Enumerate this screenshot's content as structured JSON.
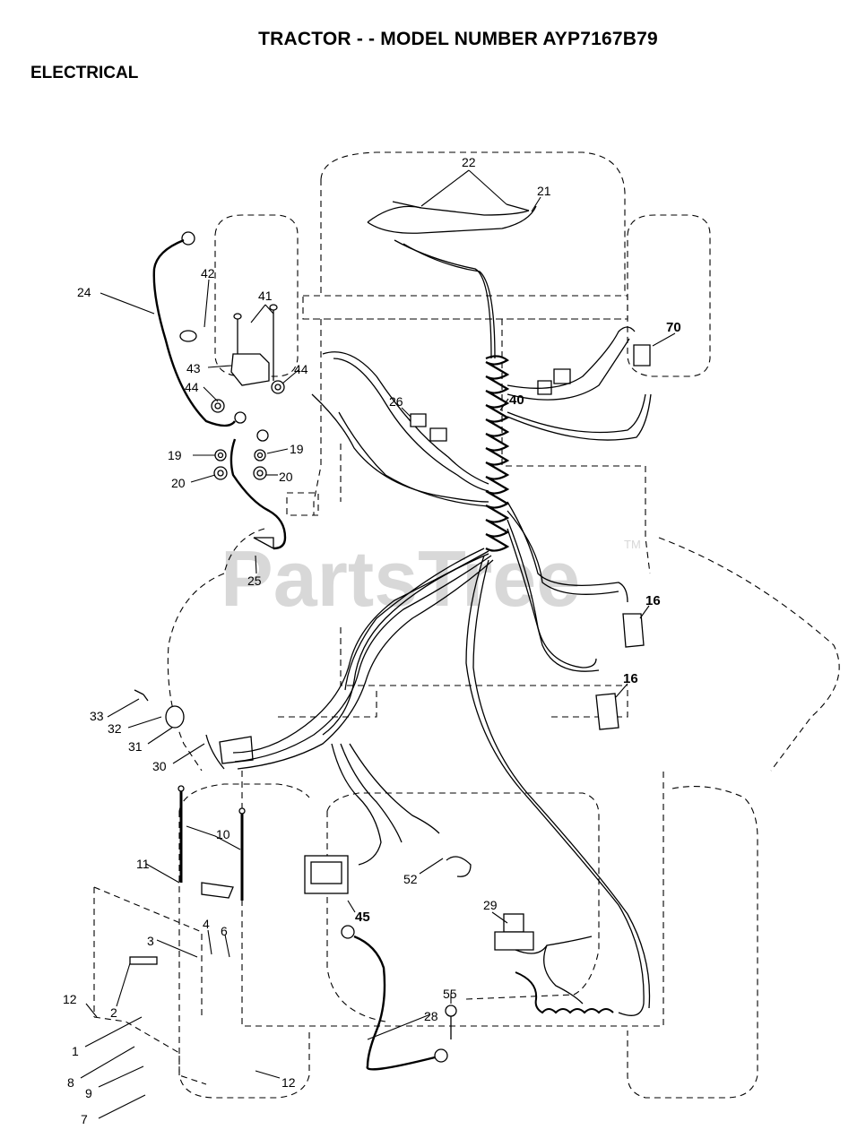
{
  "header": {
    "title": "TRACTOR - - MODEL NUMBER AYP7167B79",
    "section": "ELECTRICAL"
  },
  "watermark": {
    "text": "PartsTree",
    "trademark": "TM"
  },
  "callouts": [
    "22",
    "21",
    "24",
    "42",
    "41",
    "70",
    "43",
    "44",
    "44",
    "26",
    "40",
    "19",
    "19",
    "20",
    "20",
    "25",
    "16",
    "16",
    "33",
    "32",
    "31",
    "30",
    "10",
    "11",
    "52",
    "45",
    "29",
    "4",
    "6",
    "3",
    "12",
    "2",
    "55",
    "28",
    "1",
    "8",
    "9",
    "12",
    "7"
  ],
  "colors": {
    "line": "#000000",
    "watermark": "#d8d8d8"
  }
}
